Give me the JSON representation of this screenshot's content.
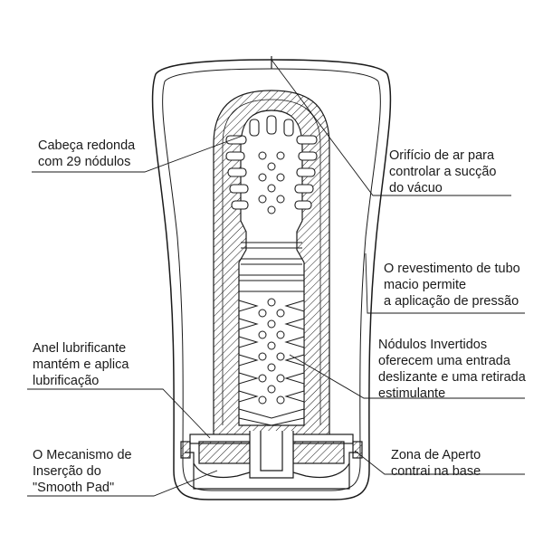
{
  "labels": {
    "rounded_head": [
      "Cabeça redonda",
      "com 29 nódulos"
    ],
    "air_hole": [
      "Orifício de ar para",
      "controlar a sucção",
      "do vácuo"
    ],
    "soft_tube": [
      "O revestimento de tubo",
      "macio permite",
      "a aplicação de pressão"
    ],
    "lube_ring": [
      "Anel lubrificante",
      "mantém e aplica",
      "lubrificação"
    ],
    "inverted_nodules": [
      "Nódulos Invertidos",
      "oferecem uma entrada",
      "deslizante e uma retirada",
      "estimulante"
    ],
    "smooth_pad": [
      "O Mecanismo de",
      "Inserção do",
      "\"Smooth Pad\""
    ],
    "grip_zone": [
      "Zona de Aperto",
      "contrai na base"
    ]
  },
  "colors": {
    "line": "#1a1a1a",
    "hatch": "#1a1a1a",
    "background": "#ffffff"
  }
}
